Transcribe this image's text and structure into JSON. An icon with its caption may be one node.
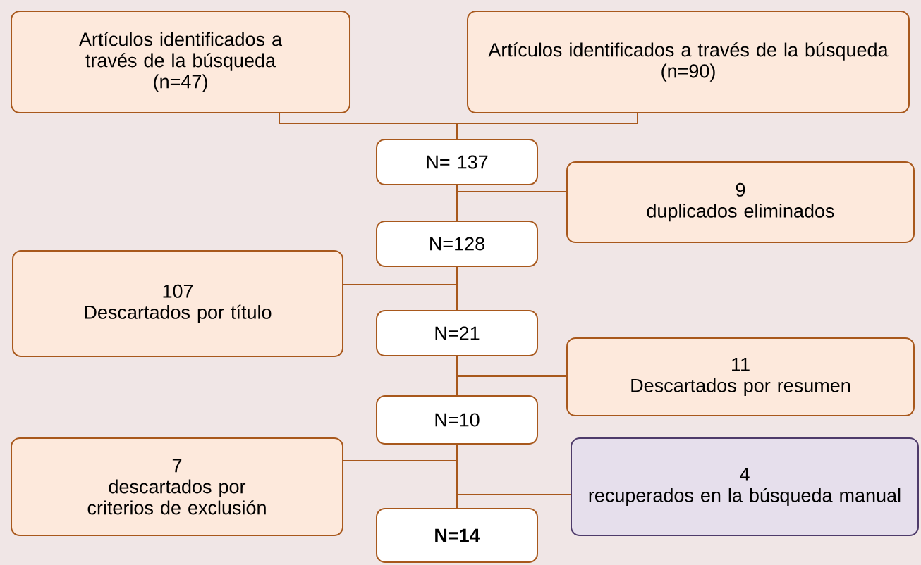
{
  "diagram": {
    "nodes": [
      {
        "text": [
          "Artículos identificados a través de la búsqueda",
          "(n=47)"
        ]
      },
      {
        "text": [
          "Artículos identificados a través de la búsqueda",
          "(n=90)"
        ]
      },
      {
        "text": [
          "N= 137"
        ]
      },
      {
        "text": [
          "9",
          "duplicados eliminados"
        ]
      },
      {
        "text": [
          "N=128"
        ]
      },
      {
        "text": [
          "107",
          "Descartados por título"
        ]
      },
      {
        "text": [
          "N=21"
        ]
      },
      {
        "text": [
          "11",
          "Descartados por resumen"
        ]
      },
      {
        "text": [
          "N=10"
        ]
      },
      {
        "text": [
          "7",
          "descartados por criterios de exclusión"
        ]
      },
      {
        "text": [
          "4",
          "recuperados en la búsqueda manual"
        ]
      },
      {
        "text": [
          "N=14"
        ]
      }
    ],
    "edges": [
      {
        "from": 0,
        "to": 2,
        "arrow": "none"
      },
      {
        "from": 1,
        "to": 2,
        "arrow": "none"
      },
      {
        "from": 2,
        "to": 4,
        "arrow": "none"
      },
      {
        "from": 3,
        "to": 2,
        "arrow": "none"
      },
      {
        "from": 4,
        "to": 6,
        "arrow": "none"
      },
      {
        "from": 5,
        "to": 4,
        "arrow": "none"
      },
      {
        "from": 6,
        "to": 8,
        "arrow": "none"
      },
      {
        "from": 7,
        "to": 6,
        "arrow": "none"
      },
      {
        "from": 8,
        "to": 11,
        "arrow": "none"
      },
      {
        "from": 9,
        "to": 8,
        "arrow": "none"
      },
      {
        "from": 10,
        "to": 11,
        "arrow": "none"
      }
    ]
  }
}
